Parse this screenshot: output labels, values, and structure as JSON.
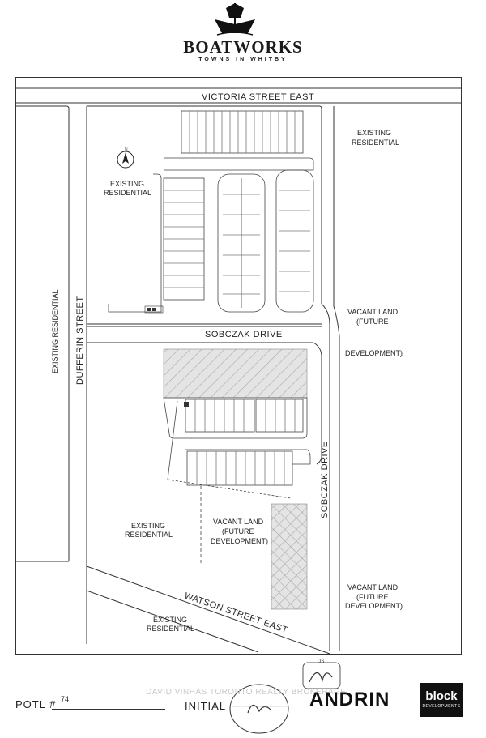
{
  "brand": {
    "name": "BOATWORKS",
    "tagline": "TOWNS IN WHITBY"
  },
  "map": {
    "streets": {
      "victoria": "VICTORIA STREET EAST",
      "dufferin": "DUFFERIN STREET",
      "sobczak_drive_h": "SOBCZAK DRIVE",
      "sobczak_drive_v": "SOBCZAK DRIVE",
      "watson": "WATSON STREET EAST"
    },
    "areas": {
      "existing_residential_ne": [
        "EXISTING",
        "RESIDENTIAL"
      ],
      "existing_residential_nw": [
        "EXISTING",
        "RESIDENTIAL"
      ],
      "existing_residential_west": "EXISTING RESIDENTIAL",
      "vacant_land_east_upper": [
        "VACANT LAND",
        "(FUTURE",
        "DEVELOPMENT)"
      ],
      "vacant_land_middle": [
        "VACANT LAND",
        "(FUTURE",
        "DEVELOPMENT)"
      ],
      "vacant_land_east_lower": [
        "VACANT LAND",
        "(FUTURE",
        "DEVELOPMENT)"
      ],
      "existing_residential_sw": [
        "EXISTING",
        "RESIDENTIAL"
      ],
      "existing_residential_south": [
        "EXISTING",
        "RESIDENTIAL"
      ]
    }
  },
  "footer": {
    "potl_label": "POTL #",
    "potl_value": "74",
    "initial_label": "INITIAL",
    "watermark": "DAVID VINHAS TORONTO REALTY BROKERAGE",
    "partner_andrin": "ANDRIN",
    "partner_block": "block",
    "partner_block_sub": "DEVELOPMENTS",
    "ds_mark": "DS"
  },
  "colors": {
    "line": "#333333",
    "hatch": "#bdbdbd",
    "background": "#ffffff"
  }
}
